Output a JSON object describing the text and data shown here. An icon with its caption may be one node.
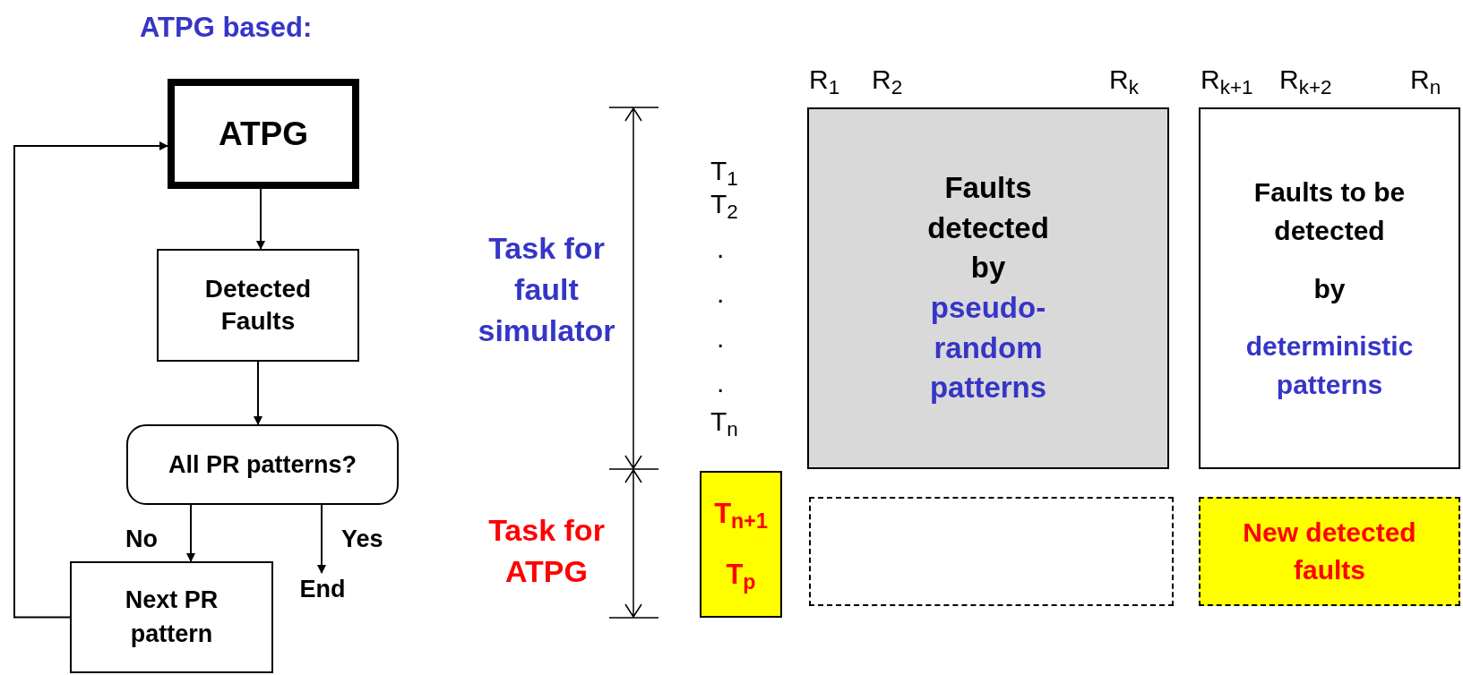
{
  "diagram": {
    "title": "ATPG based:",
    "nodes": [
      {
        "text": [
          "ATPG"
        ]
      },
      {
        "text": [
          "Detected Faults"
        ]
      },
      {
        "text": [
          "All PR patterns?"
        ]
      },
      {
        "text": [
          "Next PR pattern"
        ]
      },
      {
        "text": [
          "End"
        ]
      },
      {
        "text": [
          "T$_{n+1}$",
          "T$_{p}$"
        ]
      },
      {
        "text": [
          "Faults detected by",
          "pseudo-random patterns"
        ]
      },
      {
        "text": [
          "Faults to be detected",
          "by",
          "deterministic patterns"
        ]
      },
      {
        "text": [],
        "shape": "box"
      },
      {
        "text": [
          "New detected faults"
        ]
      }
    ],
    "edges": [
      {
        "from": 0,
        "to": 1,
        "arrow": "to"
      },
      {
        "from": 1,
        "to": 2,
        "arrow": "to"
      },
      {
        "from": 2,
        "to": 3,
        "arrow": "to",
        "label": "No"
      },
      {
        "from": 2,
        "to": 4,
        "arrow": "to",
        "label": "Yes"
      },
      {
        "from": 3,
        "to": 0,
        "arrow": "to"
      }
    ],
    "labels": [
      "Task for fault simulator",
      "Task for ATPG",
      "T$_{1}$",
      "T$_{2}$",
      ".",
      ".",
      ".",
      ".",
      "T$_{n}$",
      "R$_{1}$",
      "R$_{2}$",
      "R$_{k}$",
      "R$_{k+1}$",
      "R$_{k+2}$",
      "R$_{n}$"
    ]
  }
}
